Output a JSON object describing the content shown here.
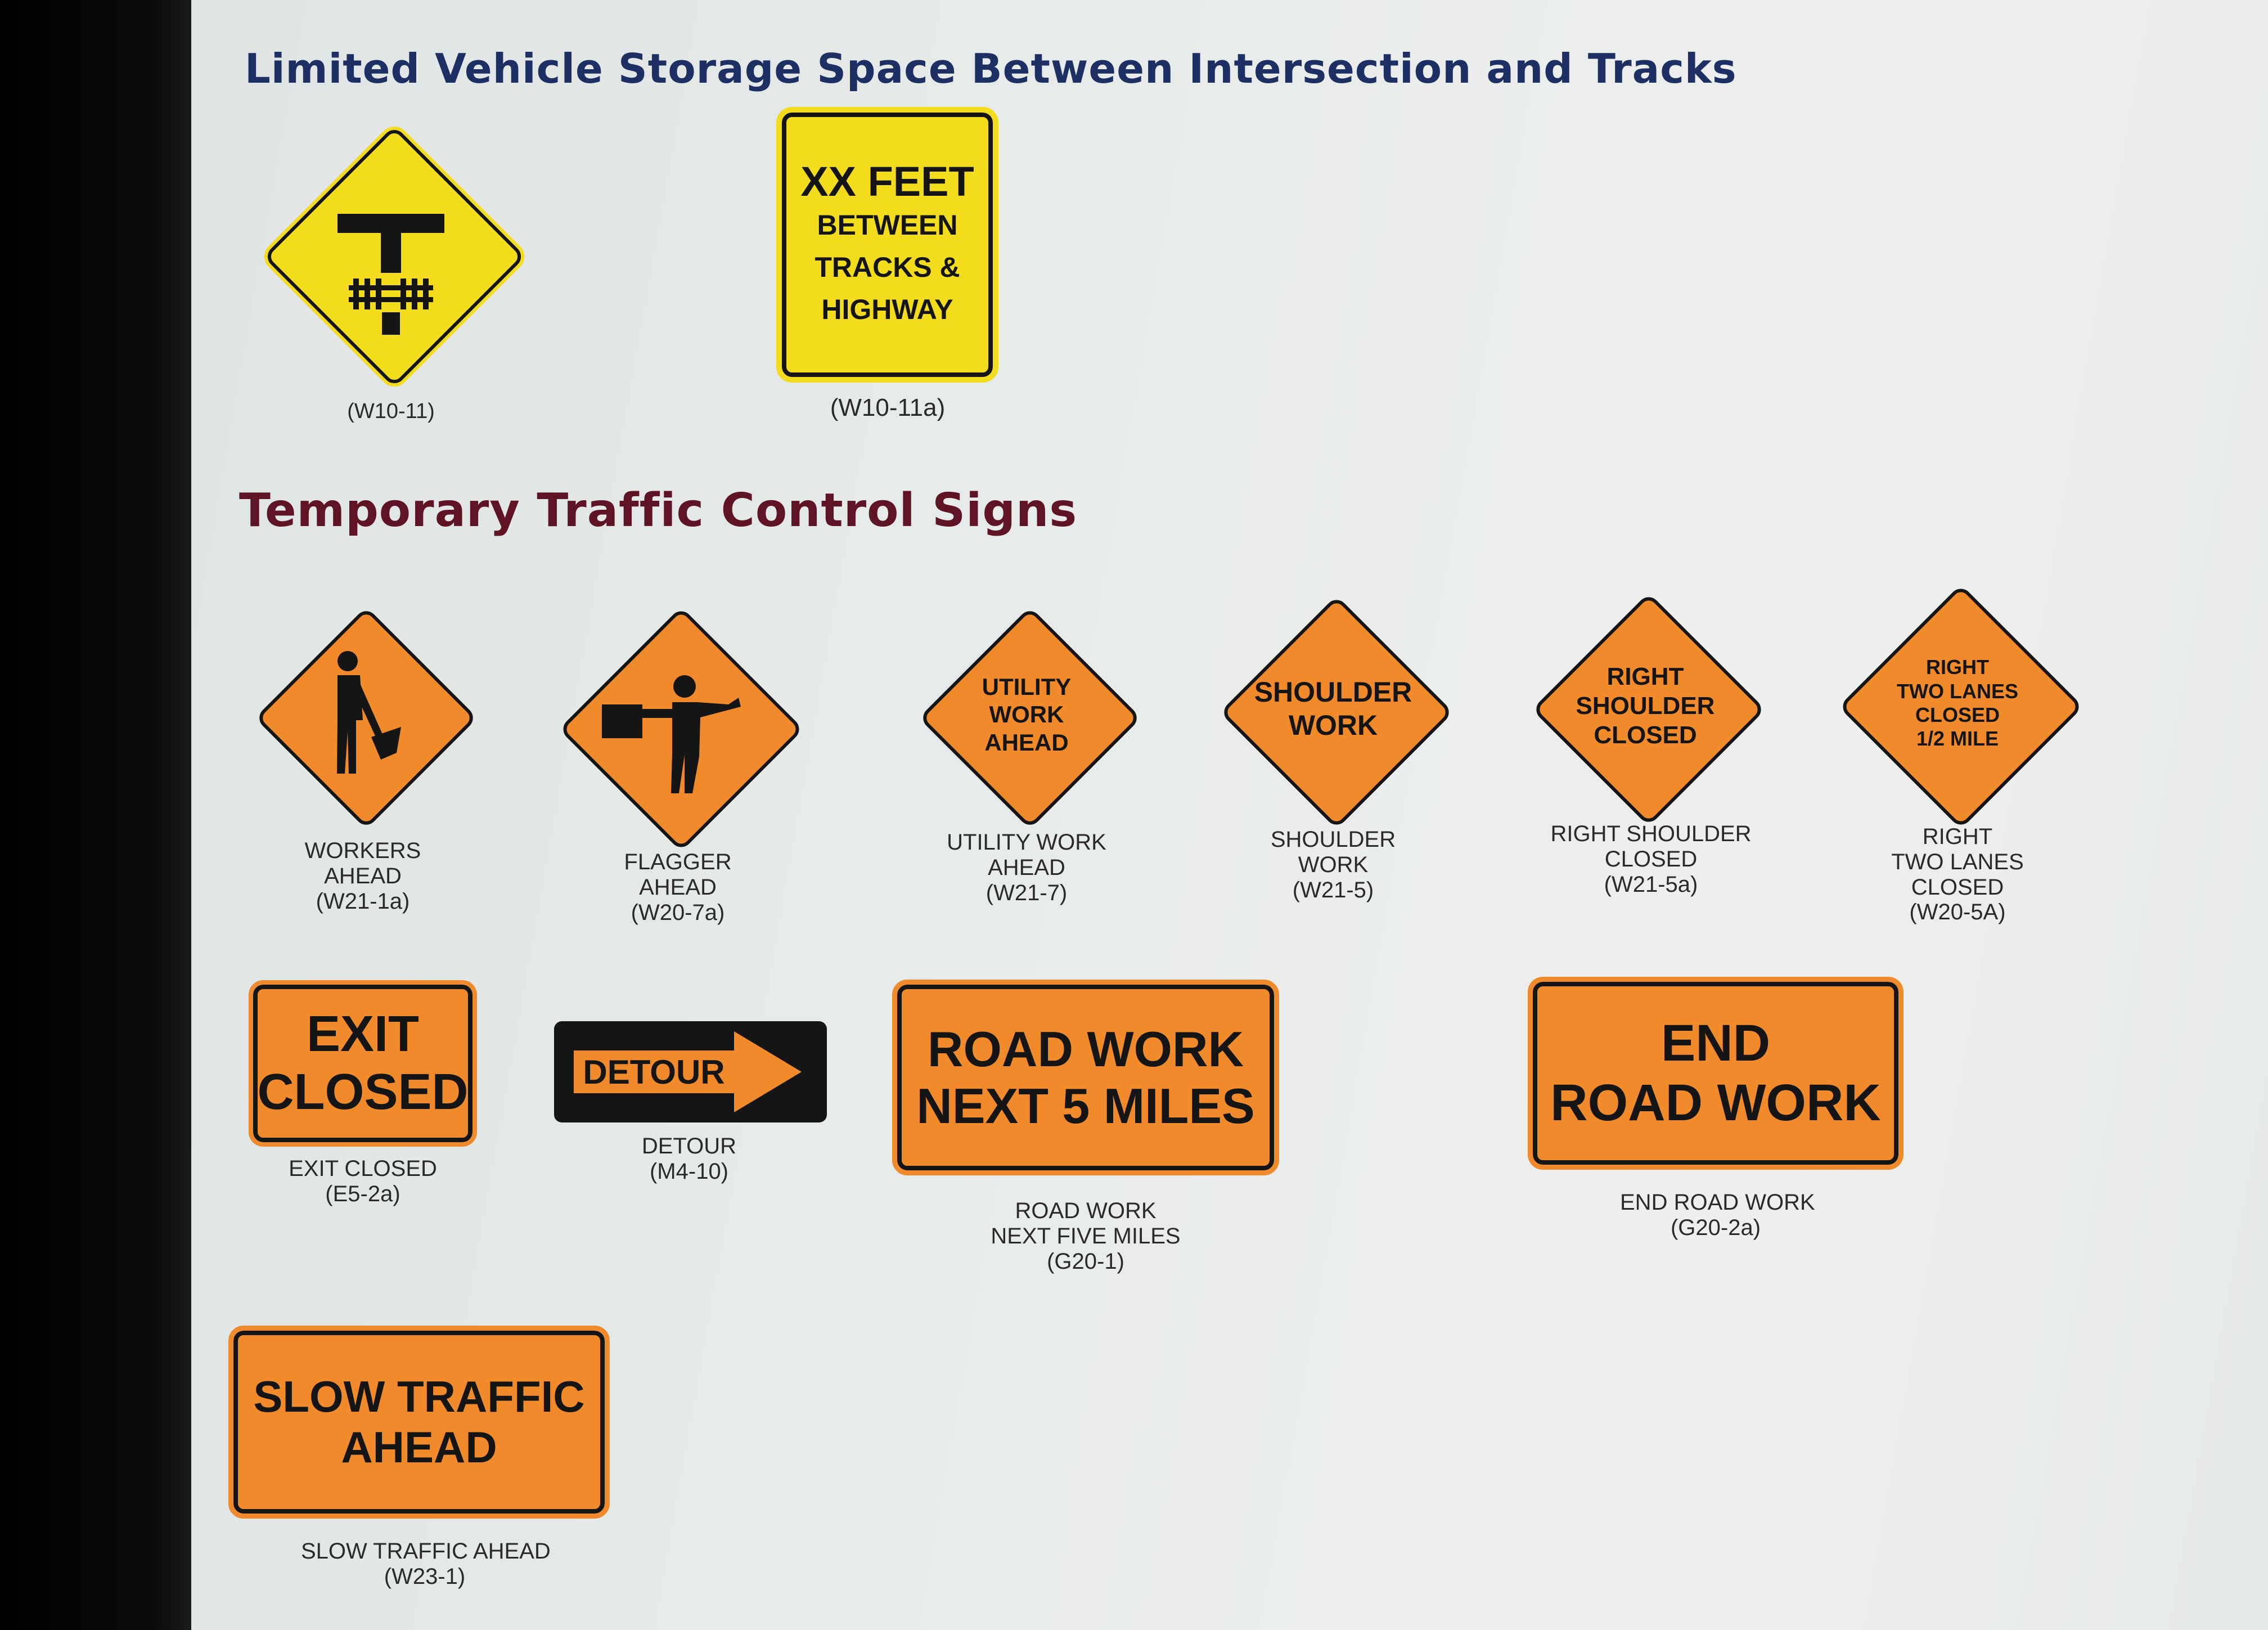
{
  "sections": {
    "limited": {
      "heading": "Limited Vehicle Storage Space Between Intersection and Tracks"
    },
    "temporary": {
      "heading": "Temporary Traffic Control Signs"
    }
  },
  "signs": {
    "w10_11": {
      "caption": [
        "(W10-11)"
      ],
      "icon": "tee-intersection-railroad-tracks-icon"
    },
    "w10_11a": {
      "lines": [
        "XX FEET",
        "BETWEEN",
        "TRACKS &",
        "HIGHWAY"
      ],
      "caption": [
        "(W10-11a)"
      ]
    },
    "w21_1a": {
      "caption": [
        "WORKERS",
        "AHEAD",
        "(W21-1a)"
      ],
      "icon": "worker-shovel-icon"
    },
    "w20_7a": {
      "caption": [
        "FLAGGER",
        "AHEAD",
        "(W20-7a)"
      ],
      "icon": "flagger-icon"
    },
    "w21_7": {
      "lines": [
        "UTILITY",
        "WORK",
        "AHEAD"
      ],
      "caption": [
        "UTILITY WORK",
        "AHEAD",
        "(W21-7)"
      ]
    },
    "w21_5": {
      "lines": [
        "SHOULDER",
        "WORK"
      ],
      "caption": [
        "SHOULDER",
        "WORK",
        "(W21-5)"
      ]
    },
    "w21_5a": {
      "lines": [
        "RIGHT",
        "SHOULDER",
        "CLOSED"
      ],
      "caption": [
        "RIGHT SHOULDER",
        "CLOSED",
        "(W21-5a)"
      ]
    },
    "w20_5a": {
      "lines": [
        "RIGHT",
        "TWO LANES",
        "CLOSED",
        "1/2 MILE"
      ],
      "caption": [
        "RIGHT",
        "TWO LANES",
        "CLOSED",
        "(W20-5A)"
      ]
    },
    "e5_2a": {
      "lines": [
        "EXIT",
        "CLOSED"
      ],
      "caption": [
        "EXIT CLOSED",
        "(E5-2a)"
      ]
    },
    "m4_10": {
      "lines": [
        "DETOUR"
      ],
      "caption": [
        "DETOUR",
        "(M4-10)"
      ],
      "icon": "right-arrow-icon"
    },
    "g20_1": {
      "lines": [
        "ROAD WORK",
        "NEXT 5 MILES"
      ],
      "caption": [
        "ROAD WORK",
        "NEXT FIVE MILES",
        "(G20-1)"
      ]
    },
    "g20_2a": {
      "lines": [
        "END",
        "ROAD WORK"
      ],
      "caption": [
        "END ROAD WORK",
        "(G20-2a)"
      ]
    },
    "w23_1": {
      "lines": [
        "SLOW TRAFFIC",
        "AHEAD"
      ],
      "caption": [
        "SLOW TRAFFIC AHEAD",
        "(W23-1)"
      ]
    }
  },
  "colors": {
    "warning_yellow": "#f2dc1c",
    "work_zone_orange": "#f08a2a",
    "legend_black": "#151515"
  }
}
